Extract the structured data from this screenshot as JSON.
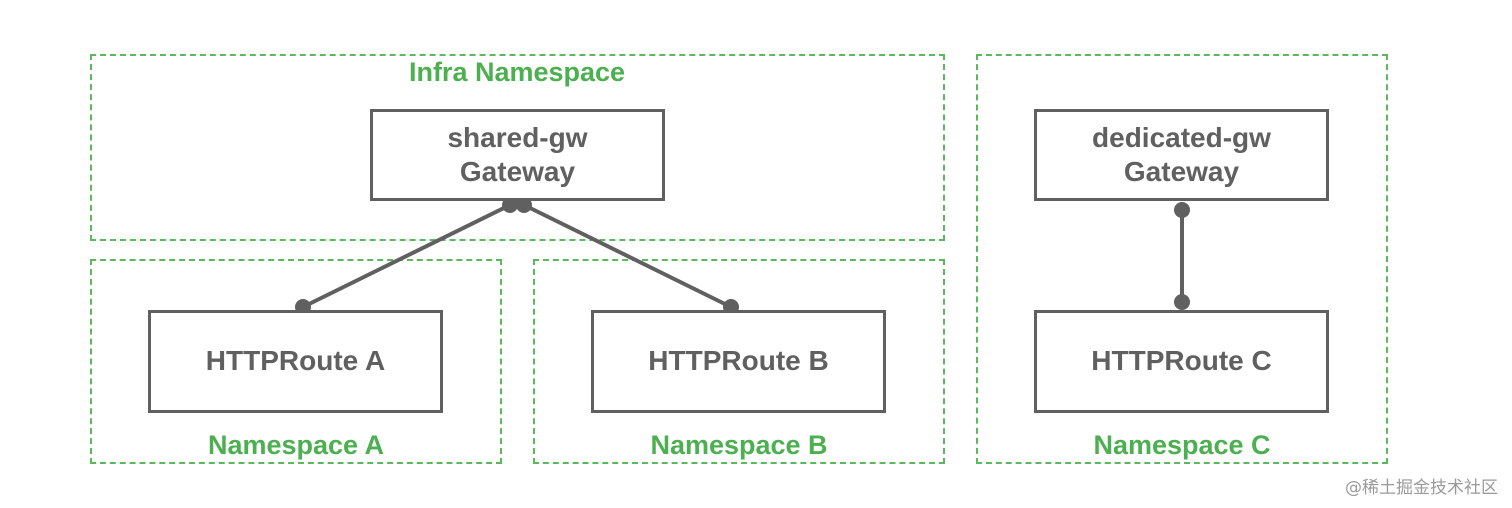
{
  "namespaces": {
    "infra": "Infra Namespace",
    "a": "Namespace A",
    "b": "Namespace B",
    "c": "Namespace C"
  },
  "nodes": {
    "shared_gw": {
      "name": "shared-gw",
      "kind": "Gateway"
    },
    "dedicated_gw": {
      "name": "dedicated-gw",
      "kind": "Gateway"
    },
    "route_a": {
      "label": "HTTPRoute A"
    },
    "route_b": {
      "label": "HTTPRoute B"
    },
    "route_c": {
      "label": "HTTPRoute C"
    }
  },
  "edges": [
    {
      "from": "route_a",
      "to": "shared_gw"
    },
    {
      "from": "route_b",
      "to": "shared_gw"
    },
    {
      "from": "route_c",
      "to": "dedicated_gw"
    }
  ],
  "colors": {
    "namespace_border": "#5cb85c",
    "namespace_label": "#4caf50",
    "node_border": "#606060",
    "node_text": "#606060",
    "connector": "#606060"
  },
  "watermark": "@稀土掘金技术社区"
}
